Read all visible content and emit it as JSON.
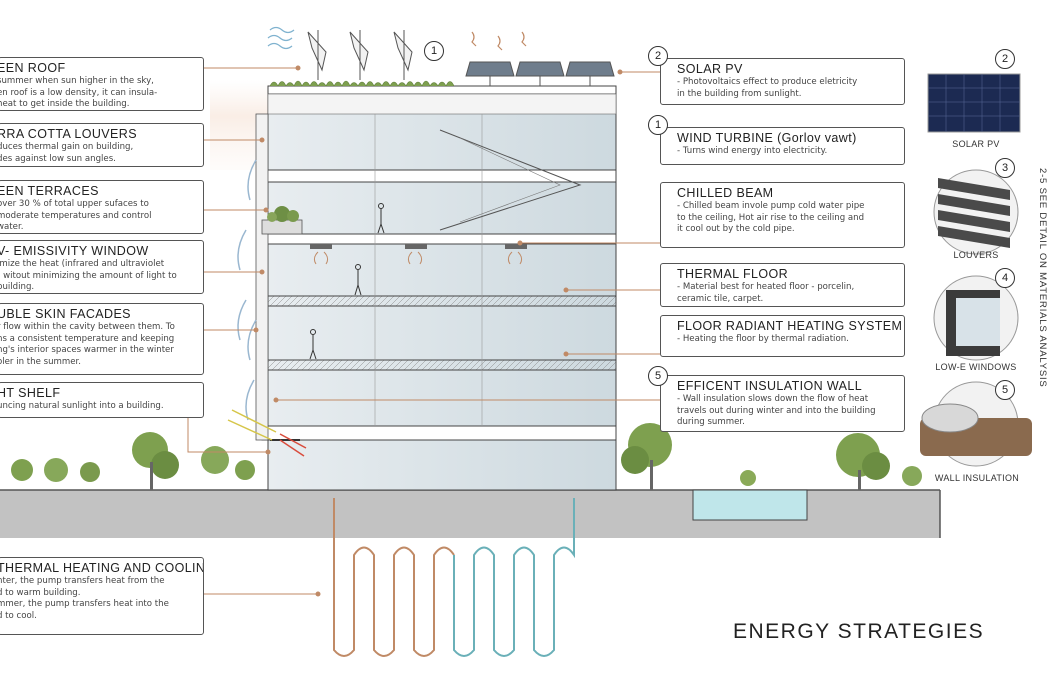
{
  "title": "ENERGY STRATEGIES",
  "side_note": "2-5 SEE DETAIL ON MATERIALS ANALYSIS",
  "colors": {
    "accent": "#c08a66",
    "cold": "#6ab0b8",
    "glass": "#d9e3e8",
    "ground": "#bdbdbd"
  },
  "left_boxes": [
    {
      "title": "EEN ROOF",
      "desc": [
        "summer when sun higher in the sky,",
        "en roof is a low density, it can insula-",
        "heat to get inside the building."
      ]
    },
    {
      "title": "RRA COTTA LOUVERS",
      "desc": [
        "duces thermal gain on building,",
        "des against low sun angles."
      ]
    },
    {
      "title": "EEN TERRACES",
      "desc": [
        "over 30 % of total upper sufaces to",
        "moderate temperatures and control",
        "water."
      ]
    },
    {
      "title": "V- EMISSIVITY WINDOW",
      "desc": [
        "imize the heat (infrared and ultraviolet",
        ") witout minimizing the amount of light to",
        "building."
      ]
    },
    {
      "title": "UBLE SKIN FACADES",
      "desc": [
        "r flow within the cavity between them. To",
        "ns a consistent temperature and keeping",
        "ng's interior spaces warmer in the winter",
        "oler in the summer."
      ]
    },
    {
      "title": "HT SHELF",
      "desc": [
        "uncing natural sunlight into a building."
      ]
    },
    {
      "title": "THERMAL HEATING AND COOLING",
      "desc": [
        "nter, the pump transfers heat from the",
        "d to warm building.",
        "mmer, the pump transfers heat into the",
        "d to cool."
      ]
    }
  ],
  "right_boxes": [
    {
      "num": "2",
      "title": "SOLAR PV",
      "desc": [
        "- Photovoltaics effect to produce eletricity",
        "in the building from sunlight."
      ]
    },
    {
      "num": "1",
      "title": "WIND TURBINE (Gorlov vawt)",
      "desc": [
        "- Turns wind energy into electricity."
      ]
    },
    {
      "num": "",
      "title": "CHILLED BEAM",
      "desc": [
        "- Chilled beam invole pump cold water pipe",
        "to the ceiling, Hot air rise to the ceiling and",
        "it cool out by the cold pipe."
      ]
    },
    {
      "num": "",
      "title": "THERMAL FLOOR",
      "desc": [
        "- Material best for heated floor - porcelin,",
        "ceramic tile, carpet."
      ]
    },
    {
      "num": "",
      "title": "FLOOR RADIANT HEATING SYSTEM",
      "desc": [
        "- Heating the floor by thermal radiation."
      ]
    },
    {
      "num": "5",
      "title": "EFFICENT INSULATION WALL",
      "desc": [
        "- Wall insulation slows down the flow of heat",
        "travels out during winter and into the building",
        "during summer."
      ]
    }
  ],
  "materials": [
    {
      "num": "2",
      "label": "SOLAR PV"
    },
    {
      "num": "3",
      "label": "LOUVERS"
    },
    {
      "num": "4",
      "label": "LOW-E WINDOWS"
    },
    {
      "num": "5",
      "label": "WALL INSULATION"
    }
  ],
  "top_markers": {
    "turbine_num": "1"
  }
}
